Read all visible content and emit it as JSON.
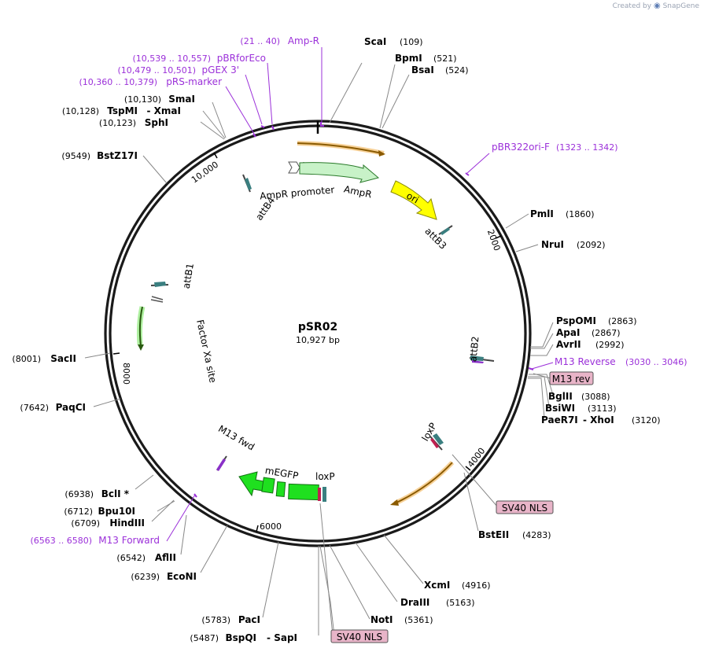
{
  "credit": {
    "prefix": "Created by",
    "brand": "SnapGene"
  },
  "plasmid": {
    "name": "pSR02",
    "size": "10,927 bp"
  },
  "ticks": {
    "t2000": "2000",
    "t4000": "4000",
    "t6000": "6000",
    "t8000": "8000",
    "t10000": "10,000"
  },
  "sites": {
    "scai": {
      "name": "ScaI",
      "pos": "(109)"
    },
    "bpmi": {
      "name": "BpmI",
      "pos": "(521)"
    },
    "bsai": {
      "name": "BsaI",
      "pos": "(524)"
    },
    "pmli": {
      "name": "PmlI",
      "pos": "(1860)"
    },
    "nrui": {
      "name": "NruI",
      "pos": "(2092)"
    },
    "pspomi": {
      "name": "PspOMI",
      "pos": "(2863)"
    },
    "apai": {
      "name": "ApaI",
      "pos": "(2867)"
    },
    "avrii": {
      "name": "AvrII",
      "pos": "(2992)"
    },
    "bglii": {
      "name": "BglII",
      "pos": "(3088)"
    },
    "bsiwi": {
      "name": "BsiWI",
      "pos": "(3113)"
    },
    "paer7i": {
      "name": "PaeR7I",
      "sep": "- XhoI",
      "pos": "(3120)"
    },
    "bsteii": {
      "name": "BstEII",
      "pos": "(4283)"
    },
    "xcmi": {
      "name": "XcmI",
      "pos": "(4916)"
    },
    "draiii": {
      "name": "DraIII",
      "pos": "(5163)"
    },
    "noti": {
      "name": "NotI",
      "pos": "(5361)"
    },
    "bspqi": {
      "pos": "(5487)",
      "name": "BspQI",
      "sep": "- SapI"
    },
    "paci": {
      "pos": "(5783)",
      "name": "PacI"
    },
    "econi": {
      "pos": "(6239)",
      "name": "EcoNI"
    },
    "aflii": {
      "pos": "(6542)",
      "name": "AflII"
    },
    "hindiii": {
      "pos": "(6709)",
      "name": "HindIII"
    },
    "bpu10i": {
      "pos": "(6712)",
      "name": "Bpu10I"
    },
    "bcli": {
      "pos": "(6938)",
      "name": "BclI *"
    },
    "paqci": {
      "pos": "(7642)",
      "name": "PaqCI"
    },
    "sacii": {
      "pos": "(8001)",
      "name": "SacII"
    },
    "bstz17i": {
      "pos": "(9549)",
      "name": "BstZ17I"
    },
    "sphi": {
      "pos": "(10,123)",
      "name": "SphI"
    },
    "tspmi": {
      "pos": "(10,128)",
      "name": "TspMI",
      "sep": "- XmaI"
    },
    "smai": {
      "pos": "(10,130)",
      "name": "SmaI"
    }
  },
  "primers": {
    "ampr": {
      "range": "(21 .. 40)",
      "name": "Amp-R"
    },
    "pbrforeco": {
      "range": "(10,539 .. 10,557)",
      "name": "pBRforEco"
    },
    "pgex3": {
      "range": "(10,479 .. 10,501)",
      "name": "pGEX 3'"
    },
    "prsmarker": {
      "range": "(10,360 .. 10,379)",
      "name": "pRS-marker"
    },
    "pbr322ori": {
      "name": "pBR322ori-F",
      "range": "(1323 .. 1342)"
    },
    "m13rev": {
      "name": "M13 Reverse",
      "range": "(3030 .. 3046)"
    },
    "m13fwd": {
      "range": "(6563 .. 6580)",
      "name": "M13 Forward"
    }
  },
  "boxes": {
    "m13rev": "M13 rev",
    "sv40a": "SV40 NLS",
    "sv40b": "SV40 NLS"
  },
  "features": {
    "ampr_promoter": "AmpR promoter",
    "ampr": "AmpR",
    "ori": "ori",
    "attb3": "attB3",
    "attb4": "attB4",
    "attb1": "attB1",
    "attb2": "attB2",
    "factorxa": "Factor Xa site",
    "loxp1": "loxP",
    "loxp2": "loxP",
    "megfp": "mEGFP",
    "m13fwd": "M13 fwd"
  },
  "colors": {
    "backbone": "#1a1a1a",
    "primer": "#9b30d9",
    "ampr": "#c8f2c8",
    "ori": "#ffff00",
    "egfp": "#1fe01f",
    "orange": "#f0a020",
    "box": "#e8b4c8"
  }
}
